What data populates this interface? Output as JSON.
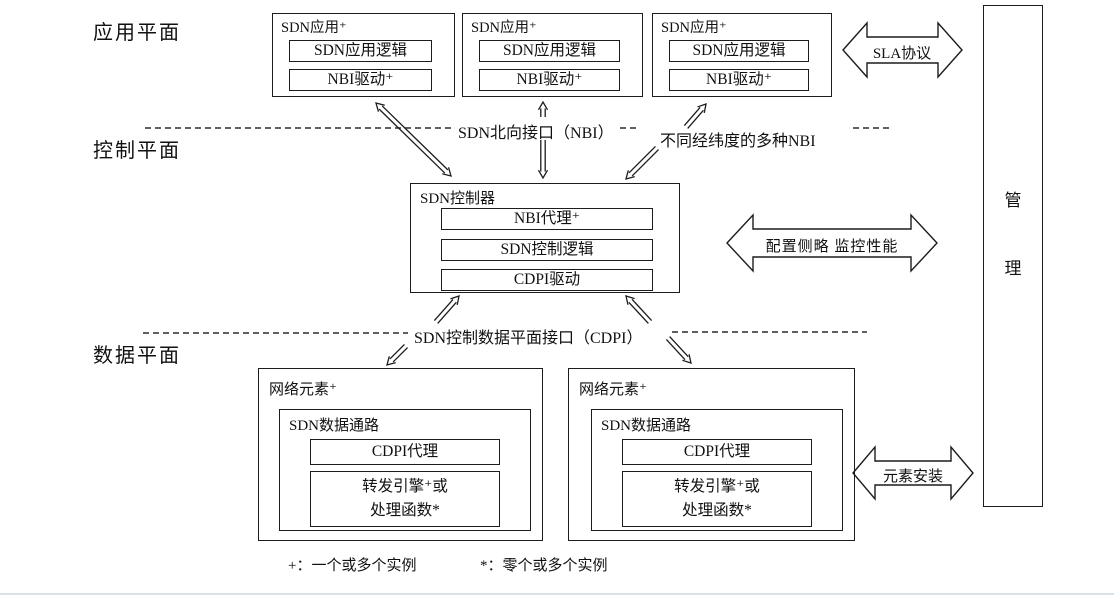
{
  "planes": {
    "application": "应用平面",
    "control": "控制平面",
    "data": "数据平面"
  },
  "app_boxes": [
    {
      "title": "SDN应用⁺",
      "logic": "SDN应用逻辑",
      "driver": "NBI驱动⁺"
    },
    {
      "title": "SDN应用⁺",
      "logic": "SDN应用逻辑",
      "driver": "NBI驱动⁺"
    },
    {
      "title": "SDN应用⁺",
      "logic": "SDN应用逻辑",
      "driver": "NBI驱动⁺"
    }
  ],
  "controller": {
    "title": "SDN控制器",
    "agent": "NBI代理⁺",
    "logic": "SDN控制逻辑",
    "driver": "CDPI驱动"
  },
  "interfaces": {
    "nbi": "SDN北向接口（NBI）",
    "nbi_note": "不同经纬度的多种NBI",
    "cdpi": "SDN控制数据平面接口（CDPI）"
  },
  "network_elements": [
    {
      "title": "网络元素⁺",
      "datapath": "SDN数据通路",
      "agent": "CDPI代理",
      "engine_line1": "转发引擎⁺或",
      "engine_line2": "处理函数*"
    },
    {
      "title": "网络元素⁺",
      "datapath": "SDN数据通路",
      "agent": "CDPI代理",
      "engine_line1": "转发引擎⁺或",
      "engine_line2": "处理函数*"
    }
  ],
  "side_arrows": {
    "sla": "SLA协议",
    "config": "配置侧略 监控性能",
    "install": "元素安装"
  },
  "management": {
    "char1": "管",
    "char2": "理"
  },
  "legend": {
    "plus": "+：一个或多个实例",
    "star": "*：零个或多个实例"
  },
  "colors": {
    "line": "#1c1c1c",
    "dash": "#4a4a4a",
    "bottom_rule": "#dae1e9"
  }
}
